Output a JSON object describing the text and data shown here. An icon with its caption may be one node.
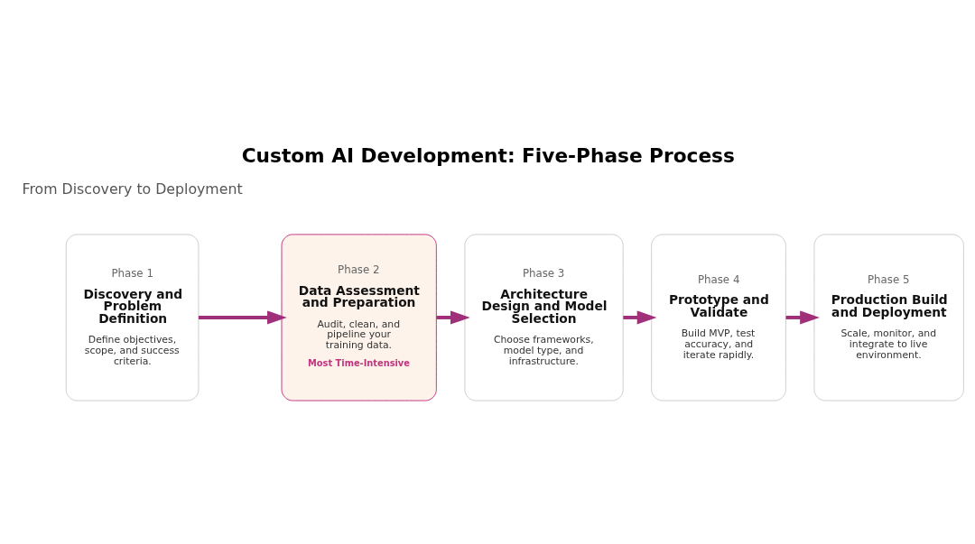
{
  "diagram": {
    "title": "Custom AI Development: Five-Phase Process",
    "nodes": [
      {
        "text": [
          "Phase 1",
          "Discovery and Problem Definition",
          "Define objectives, scope, and success criteria."
        ]
      },
      {
        "text": [
          "Phase 2",
          "Data Assessment and Preparation",
          "Audit, clean, and pipeline your training data.",
          "Most Time-Intensive"
        ]
      },
      {
        "text": [
          "Phase 3",
          "Architecture Design and Model Selection",
          "Choose frameworks, model type, and infrastructure."
        ]
      },
      {
        "text": [
          "Phase 4",
          "Prototype and Validate",
          "Build MVP, test accuracy, and iterate rapidly."
        ]
      },
      {
        "text": [
          "Phase 5",
          "Production Build and Deployment",
          "Scale, monitor, and integrate to live environment."
        ]
      }
    ],
    "edges": [
      {
        "from": 0,
        "to": 1,
        "arrow": "to"
      },
      {
        "from": 1,
        "to": 2,
        "arrow": "to"
      },
      {
        "from": 2,
        "to": 3,
        "arrow": "to"
      },
      {
        "from": 3,
        "to": 4,
        "arrow": "to"
      }
    ],
    "labels": [
      "From Discovery to Deployment"
    ]
  }
}
